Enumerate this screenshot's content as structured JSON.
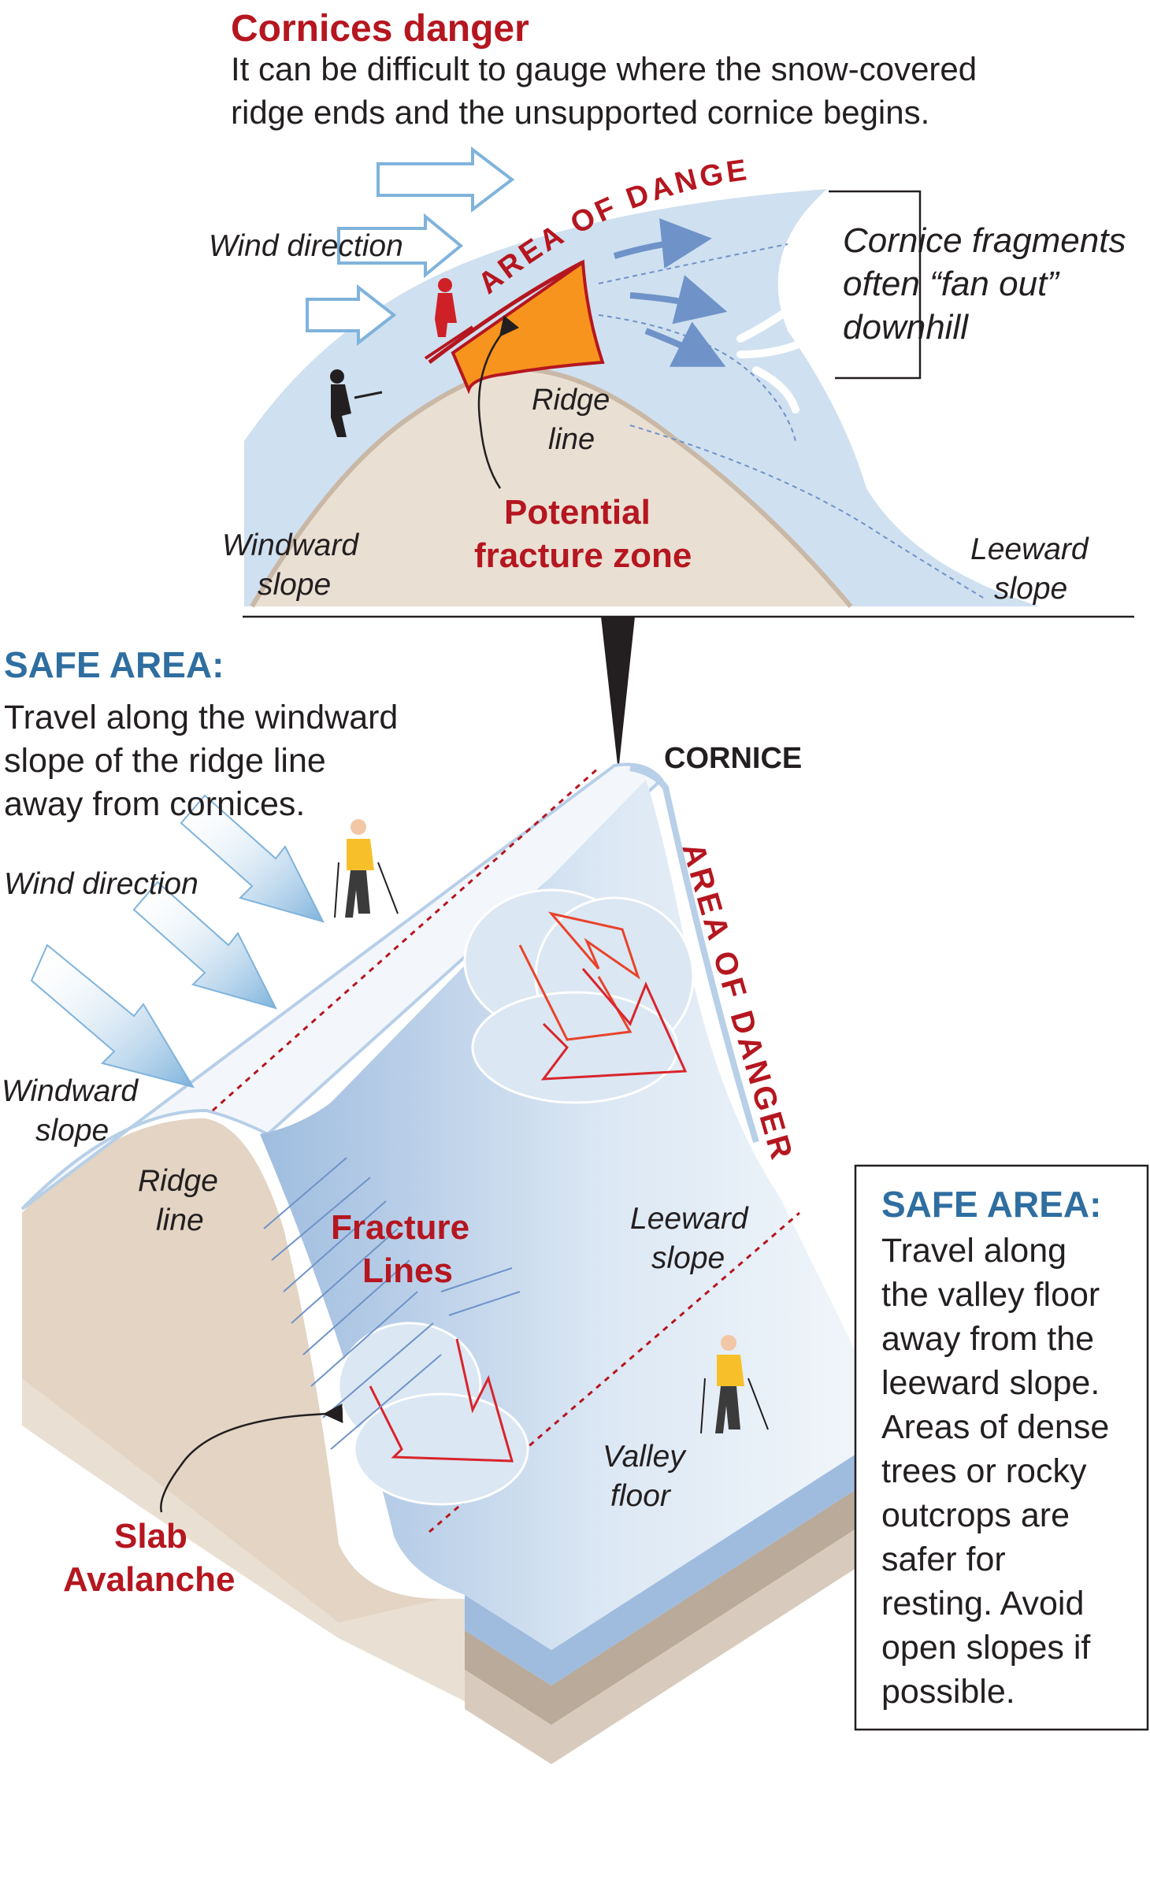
{
  "top": {
    "title": "Cornices danger",
    "intro_line1": "It can be difficult to gauge where the snow-covered",
    "intro_line2": "ridge ends and the unsupported cornice begins.",
    "wind_direction": "Wind direction",
    "area_of_danger": "AREA OF DANGER",
    "fragments_line1": "Cornice fragments",
    "fragments_line2": "often “fan out”",
    "fragments_line3": "downhill",
    "ridge_line1": "Ridge",
    "ridge_line2": "line",
    "fracture_line1": "Potential",
    "fracture_line2": "fracture zone",
    "windward_line1": "Windward",
    "windward_line2": "slope",
    "leeward_line1": "Leeward",
    "leeward_line2": "slope"
  },
  "bottom": {
    "safe_title": "SAFE AREA:",
    "safe_line1": "Travel along the windward",
    "safe_line2": "slope of the ridge line",
    "safe_line3": "away from cornices.",
    "cornice": "CORNICE",
    "wind_direction": "Wind direction",
    "area_of_danger": "AREA OF DANGER",
    "windward_line1": "Windward",
    "windward_line2": "slope",
    "ridge_line1": "Ridge",
    "ridge_line2": "line",
    "fracture_line1": "Fracture",
    "fracture_line2": "Lines",
    "leeward_line1": "Leeward",
    "leeward_line2": "slope",
    "valley_line1": "Valley",
    "valley_line2": "floor",
    "slab_line1": "Slab",
    "slab_line2": "Avalanche",
    "box_title": "SAFE AREA:",
    "box_lines": [
      "Travel along",
      "the valley floor",
      "away from the",
      "leeward slope.",
      "Areas of dense",
      "trees or rocky",
      "outcrops are",
      "safer for",
      "resting. Avoid",
      "open slopes if",
      "possible."
    ]
  },
  "colors": {
    "danger_red": "#b5161f",
    "safe_blue": "#2f6ea0",
    "fracture_orange": "#f7941d",
    "snow": "#cfe0f0",
    "rock": "#eadfd3"
  }
}
